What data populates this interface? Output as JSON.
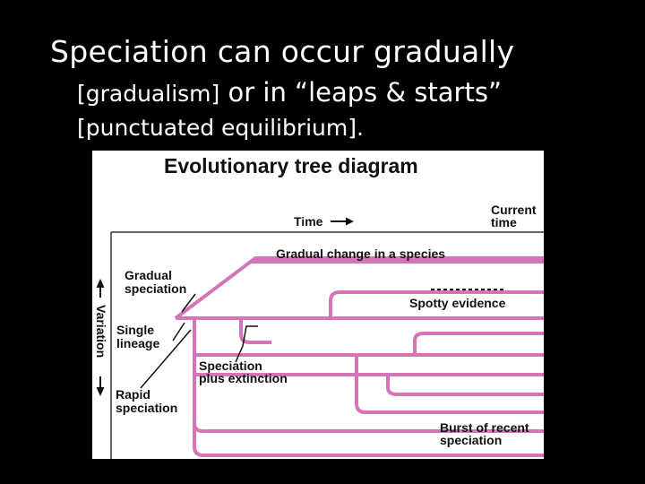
{
  "slide": {
    "line1": "Speciation can occur gradually",
    "line2_a": "[gradualism]",
    "line2_b": " or in “leaps & starts”",
    "line3": "[punctuated equilibrium]."
  },
  "diagram": {
    "title": "Evolutionary tree diagram",
    "time_label": "Time",
    "current_time_line1": "Current",
    "current_time_line2": "time",
    "variation_label": "Variation",
    "gradual_change": "Gradual change in a species",
    "gradual_speciation_1": "Gradual",
    "gradual_speciation_2": "speciation",
    "spotty_evidence": "Spotty evidence",
    "single_lineage_1": "Single",
    "single_lineage_2": "lineage",
    "speciation_extinction_1": "Speciation",
    "speciation_extinction_2": "plus extinction",
    "rapid_speciation_1": "Rapid",
    "rapid_speciation_2": "speciation",
    "burst_1": "Burst of recent",
    "burst_2": "speciation",
    "branch_color": "#d575b8"
  }
}
